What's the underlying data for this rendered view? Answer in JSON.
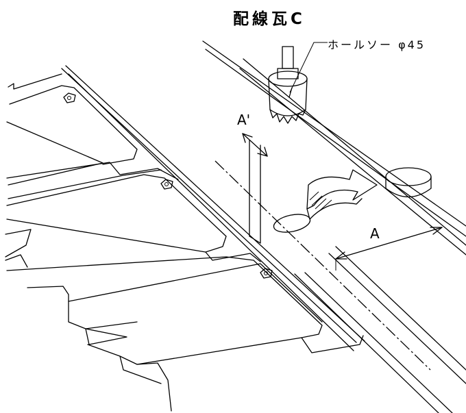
{
  "labels": {
    "title": "配線瓦C",
    "tool": "ホールソー φ45",
    "dimension_a": "A",
    "dimension_a_prime": "A'"
  },
  "colors": {
    "line": "#000000",
    "background": "#ffffff"
  },
  "icons": [
    "hole-saw-icon",
    "rotate-arrow-icon",
    "cut-disc-icon"
  ]
}
